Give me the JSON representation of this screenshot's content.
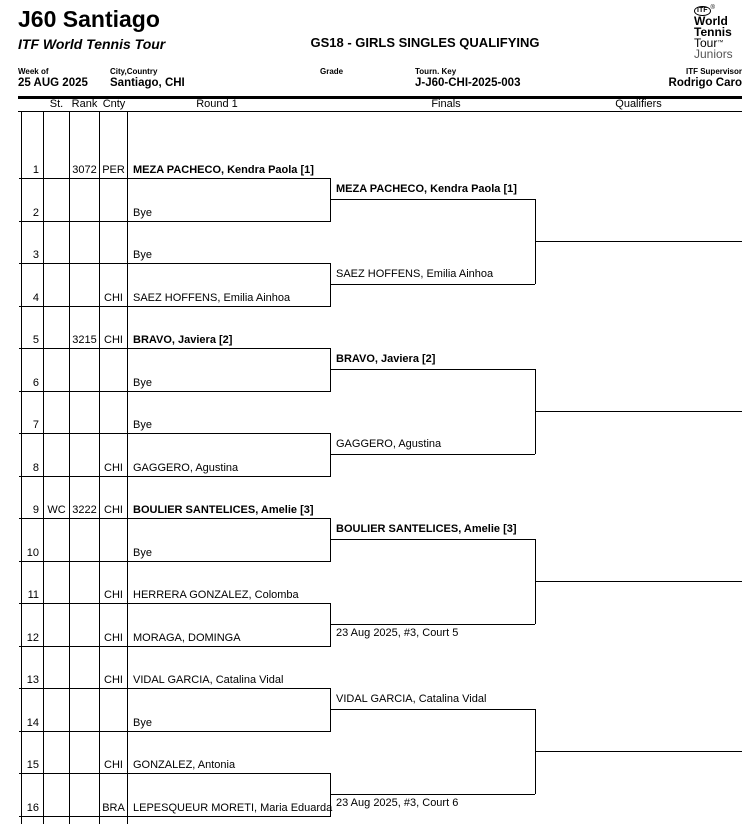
{
  "header": {
    "title": "J60 Santiago",
    "subtitle": "ITF World Tennis Tour",
    "event": "GS18 - GIRLS SINGLES QUALIFYING",
    "logo": {
      "mark": "ITF",
      "reg": "®",
      "line1": "World",
      "line2": "Tennis",
      "line3": "Tour",
      "tm": "™",
      "line4": "Juniors"
    }
  },
  "info": {
    "week_of_label": "Week of",
    "week_of": "25 AUG 2025",
    "city_label": "City,Country",
    "city": "Santiago, CHI",
    "grade_label": "Grade",
    "tourn_key_label": "Tourn. Key",
    "tourn_key": "J-J60-CHI-2025-003",
    "supervisor_label": "ITF Supervisor",
    "supervisor": "Rodrigo Caro"
  },
  "columns": {
    "st": "St.",
    "rank": "Rank",
    "cnty": "Cnty",
    "round1": "Round 1",
    "finals": "Finals",
    "qualifiers": "Qualifiers"
  },
  "draw": {
    "rows": [
      {
        "pos": "1",
        "st": "",
        "rank": "3072",
        "cnty": "PER",
        "name": "MEZA PACHECO, Kendra Paola [1]"
      },
      {
        "pos": "2",
        "st": "",
        "rank": "",
        "cnty": "",
        "name": "Bye"
      },
      {
        "pos": "3",
        "st": "",
        "rank": "",
        "cnty": "",
        "name": "Bye"
      },
      {
        "pos": "4",
        "st": "",
        "rank": "",
        "cnty": "CHI",
        "name": "SAEZ HOFFENS, Emilia Ainhoa"
      },
      {
        "pos": "5",
        "st": "",
        "rank": "3215",
        "cnty": "CHI",
        "name": "BRAVO, Javiera [2]"
      },
      {
        "pos": "6",
        "st": "",
        "rank": "",
        "cnty": "",
        "name": "Bye"
      },
      {
        "pos": "7",
        "st": "",
        "rank": "",
        "cnty": "",
        "name": "Bye"
      },
      {
        "pos": "8",
        "st": "",
        "rank": "",
        "cnty": "CHI",
        "name": "GAGGERO, Agustina"
      },
      {
        "pos": "9",
        "st": "WC",
        "rank": "3222",
        "cnty": "CHI",
        "name": "BOULIER SANTELICES, Amelie [3]"
      },
      {
        "pos": "10",
        "st": "",
        "rank": "",
        "cnty": "",
        "name": "Bye"
      },
      {
        "pos": "11",
        "st": "",
        "rank": "",
        "cnty": "CHI",
        "name": "HERRERA GONZALEZ, Colomba"
      },
      {
        "pos": "12",
        "st": "",
        "rank": "",
        "cnty": "CHI",
        "name": "MORAGA, DOMINGA"
      },
      {
        "pos": "13",
        "st": "",
        "rank": "",
        "cnty": "CHI",
        "name": "VIDAL GARCIA, Catalina Vidal"
      },
      {
        "pos": "14",
        "st": "",
        "rank": "",
        "cnty": "",
        "name": "Bye"
      },
      {
        "pos": "15",
        "st": "",
        "rank": "",
        "cnty": "CHI",
        "name": "GONZALEZ, Antonia"
      },
      {
        "pos": "16",
        "st": "",
        "rank": "",
        "cnty": "BRA",
        "name": "LEPESQUEUR MORETI, Maria Eduarda"
      }
    ],
    "finals": [
      {
        "name": "MEZA PACHECO, Kendra Paola [1]"
      },
      {
        "name": "SAEZ HOFFENS, Emilia Ainhoa"
      },
      {
        "name": "BRAVO, Javiera [2]"
      },
      {
        "name": "GAGGERO, Agustina"
      },
      {
        "name": "BOULIER SANTELICES, Amelie [3]"
      },
      {
        "name": "23 Aug 2025, #3, Court 5"
      },
      {
        "name": "VIDAL GARCIA, Catalina Vidal"
      },
      {
        "name": "23 Aug 2025, #3, Court 6"
      }
    ]
  }
}
